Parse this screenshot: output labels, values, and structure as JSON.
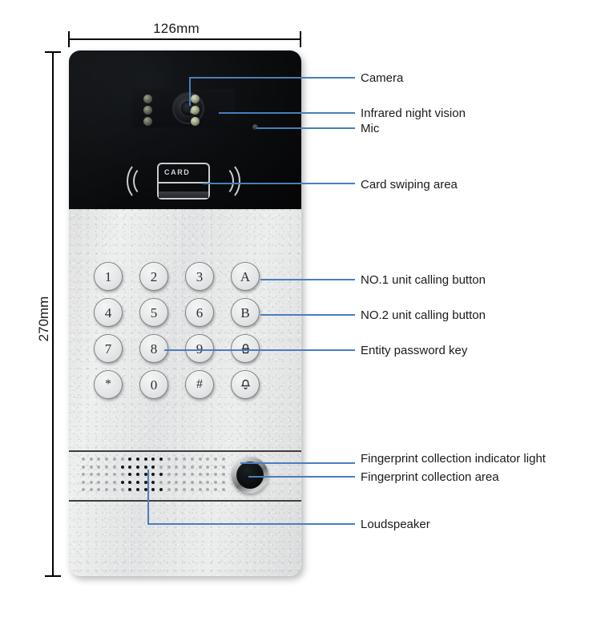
{
  "diagram": {
    "title": "Video door phone outdoor station labelled diagram",
    "accent_color": "#4a7ebb",
    "dimensions": {
      "width_label": "126mm",
      "height_label": "270mm"
    },
    "card_reader": {
      "card_text": "CARD"
    },
    "keypad": {
      "rows": [
        [
          "1",
          "2",
          "3",
          "A"
        ],
        [
          "4",
          "5",
          "6",
          "B"
        ],
        [
          "7",
          "8",
          "9",
          "lock-icon"
        ],
        [
          "*",
          "0",
          "#",
          "bell-icon"
        ]
      ],
      "keys": [
        {
          "label": "1",
          "name": "key-1"
        },
        {
          "label": "2",
          "name": "key-2"
        },
        {
          "label": "3",
          "name": "key-3"
        },
        {
          "label": "A",
          "name": "key-a"
        },
        {
          "label": "4",
          "name": "key-4"
        },
        {
          "label": "5",
          "name": "key-5"
        },
        {
          "label": "6",
          "name": "key-6"
        },
        {
          "label": "B",
          "name": "key-b"
        },
        {
          "label": "7",
          "name": "key-7"
        },
        {
          "label": "8",
          "name": "key-8"
        },
        {
          "label": "9",
          "name": "key-9"
        },
        {
          "label": "",
          "name": "key-lock"
        },
        {
          "label": "*",
          "name": "key-star"
        },
        {
          "label": "0",
          "name": "key-0"
        },
        {
          "label": "#",
          "name": "key-hash"
        },
        {
          "label": "",
          "name": "key-bell"
        }
      ]
    },
    "callouts": [
      {
        "id": "camera",
        "label": "Camera"
      },
      {
        "id": "infrared",
        "label": "Infrared night vision"
      },
      {
        "id": "mic",
        "label": "Mic"
      },
      {
        "id": "card",
        "label": "Card swiping area"
      },
      {
        "id": "unit1",
        "label": "NO.1 unit calling button"
      },
      {
        "id": "unit2",
        "label": "NO.2 unit calling button"
      },
      {
        "id": "password",
        "label": "Entity password key"
      },
      {
        "id": "fp-light",
        "label": "Fingerprint collection indicator light"
      },
      {
        "id": "fp-area",
        "label": "Fingerprint collection area"
      },
      {
        "id": "speaker",
        "label": "Loudspeaker"
      }
    ]
  }
}
